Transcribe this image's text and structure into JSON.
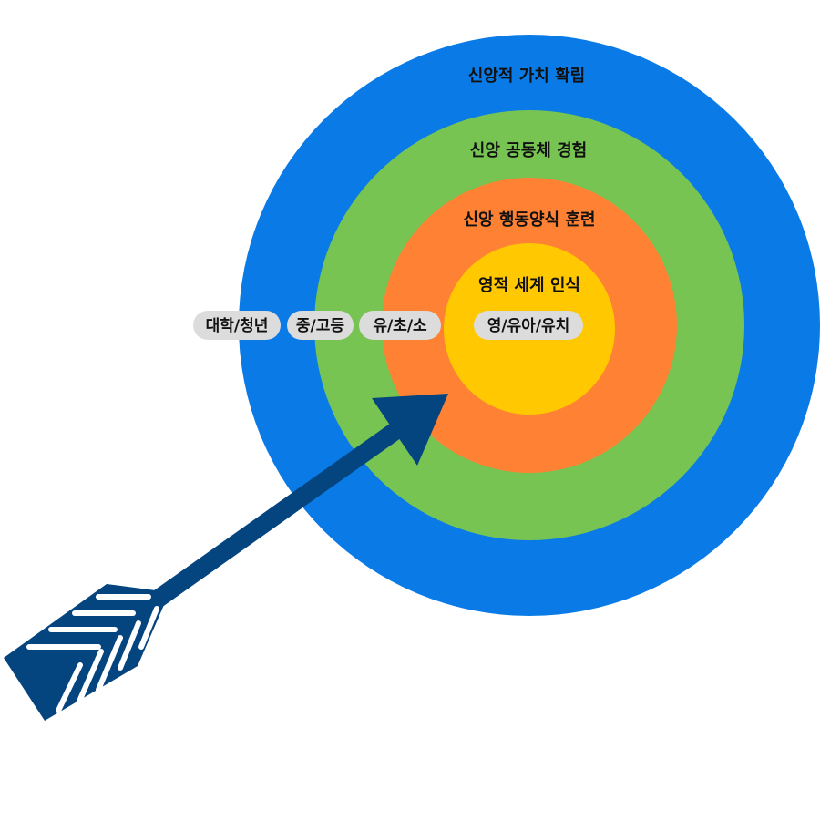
{
  "colors": {
    "outer_ring": "#0a7be6",
    "second_ring": "#77c452",
    "third_ring": "#ff8133",
    "core": "#ffc800",
    "pill": "#dcdcdc",
    "arrow": "#05457f",
    "arrow_stripes": "#ffffff"
  },
  "rings": {
    "outer": {
      "title": "신앙적 가치 확립",
      "age_group": "대학/청년"
    },
    "second": {
      "title": "신앙 공동체 경험",
      "age_group": "중/고등"
    },
    "third": {
      "title": "신앙 행동양식 훈련",
      "age_group": "유/초/소"
    },
    "core": {
      "title": "영적 세계 인식",
      "age_group": "영/유아/유치"
    }
  },
  "icons": {
    "arrow": "arrow-icon"
  }
}
